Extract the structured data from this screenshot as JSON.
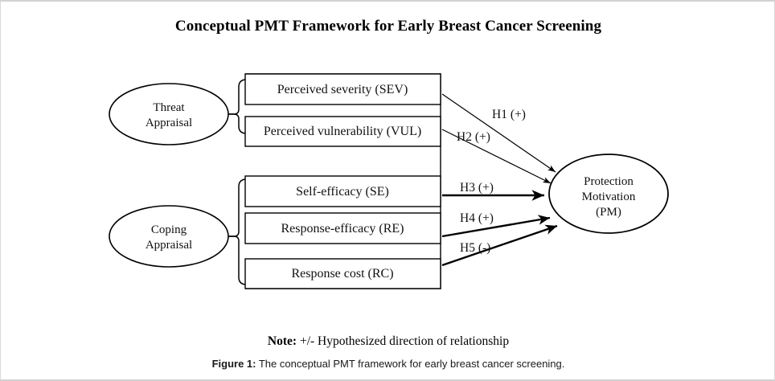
{
  "figure": {
    "title": "Conceptual PMT Framework for Early Breast Cancer Screening",
    "note_label": "Note:",
    "note_text": " +/- Hypothesized direction of relationship",
    "caption_label": "Figure 1:",
    "caption_text": " The conceptual PMT framework for early breast cancer screening."
  },
  "constructs": {
    "threat": {
      "line1": "Threat",
      "line2": "Appraisal"
    },
    "coping": {
      "line1": "Coping",
      "line2": "Appraisal"
    },
    "outcome": {
      "line1": "Protection",
      "line2": "Motivation",
      "line3": "(PM)"
    }
  },
  "boxes": [
    {
      "id": "sev",
      "label": "Perceived severity (SEV)"
    },
    {
      "id": "vul",
      "label": "Perceived vulnerability (VUL)"
    },
    {
      "id": "se",
      "label": "Self-efficacy (SE)"
    },
    {
      "id": "re",
      "label": "Response-efficacy (RE)"
    },
    {
      "id": "rc",
      "label": "Response cost (RC)"
    }
  ],
  "hypotheses": [
    {
      "id": "h1",
      "label": "H1 (+)",
      "from": "sev",
      "to": "pm",
      "sign": "+"
    },
    {
      "id": "h2",
      "label": "H2 (+)",
      "from": "vul",
      "to": "pm",
      "sign": "+"
    },
    {
      "id": "h3",
      "label": "H3 (+)",
      "from": "se",
      "to": "pm",
      "sign": "+"
    },
    {
      "id": "h4",
      "label": "H4 (+)",
      "from": "re",
      "to": "pm",
      "sign": "+"
    },
    {
      "id": "h5",
      "label": "H5 (-)",
      "from": "rc",
      "to": "pm",
      "sign": "-"
    }
  ],
  "colors": {
    "stroke": "#000000",
    "text": "#111111",
    "page_border": "#d2d2d2",
    "background": "#ffffff"
  }
}
